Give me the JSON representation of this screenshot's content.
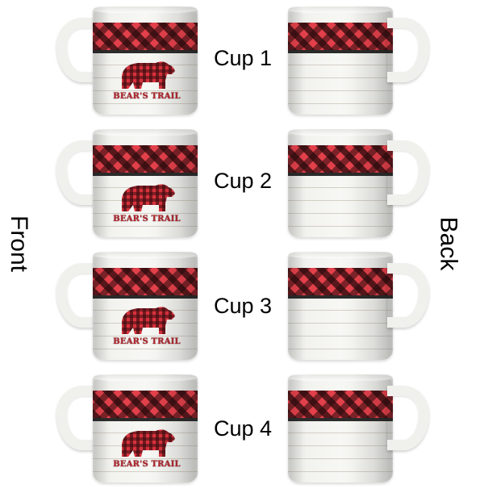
{
  "side_labels": {
    "front": "Front",
    "back": "Back"
  },
  "design": {
    "brand_text": "BEAR'S TRAIL",
    "pattern": "buffalo-plaid",
    "colors": {
      "plaid_red": "#e2404a",
      "plaid_dark": "#2a0a0c",
      "band_line": "#2b2b2b",
      "mug_white": "#f4f4f1"
    }
  },
  "cups": [
    {
      "label": "Cup 1"
    },
    {
      "label": "Cup 2"
    },
    {
      "label": "Cup 3"
    },
    {
      "label": "Cup 4"
    }
  ]
}
